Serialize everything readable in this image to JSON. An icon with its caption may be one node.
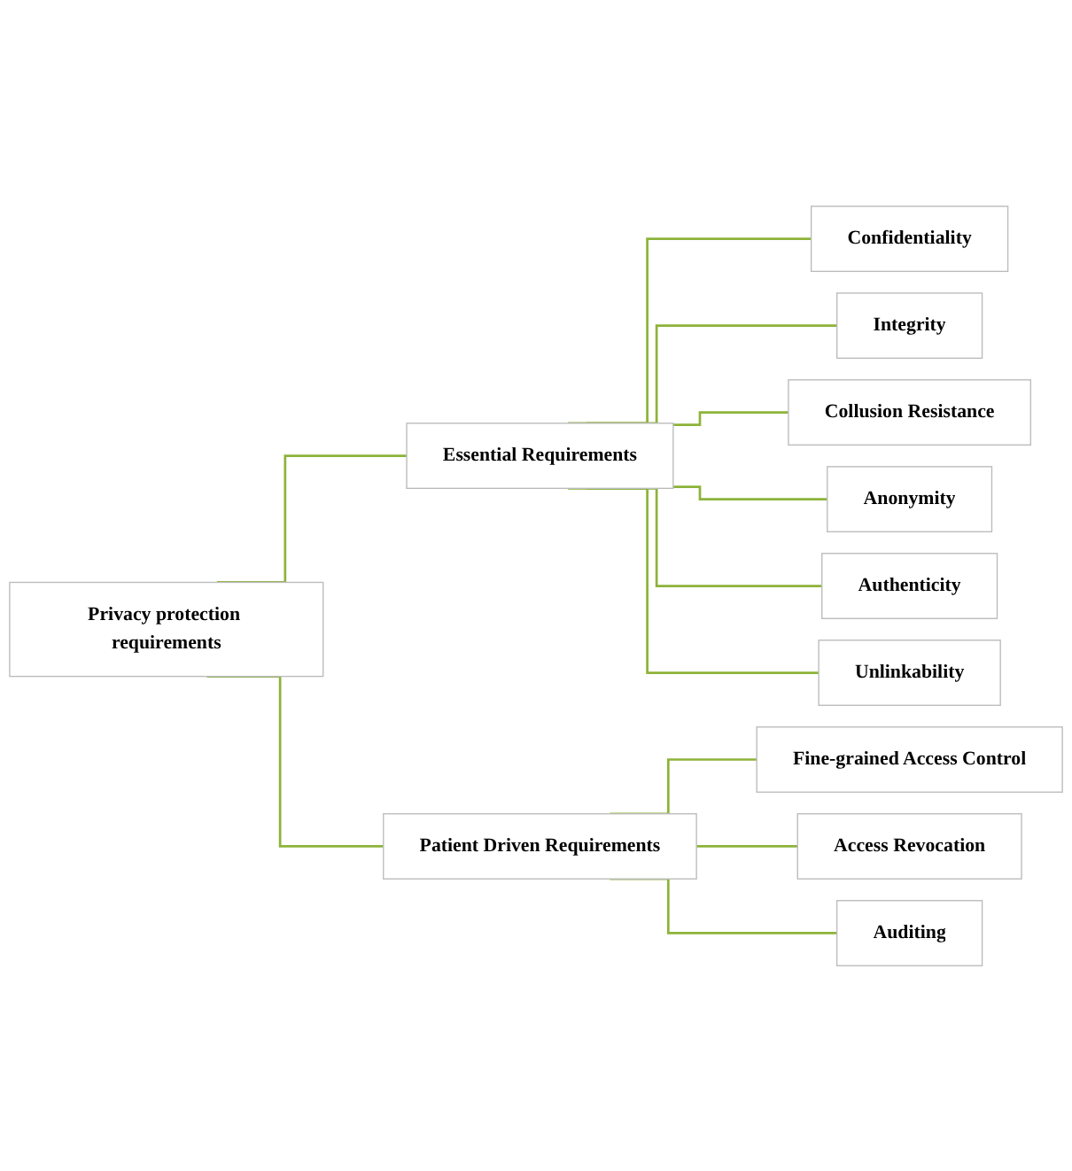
{
  "diagram": {
    "nodes": [
      {
        "text": [
          "Privacy protection requirements"
        ]
      },
      {
        "text": [
          "Essential Requirements"
        ]
      },
      {
        "text": [
          "Patient Driven Requirements"
        ]
      },
      {
        "text": [
          "Confidentiality"
        ]
      },
      {
        "text": [
          "Integrity"
        ]
      },
      {
        "text": [
          "Collusion Resistance"
        ]
      },
      {
        "text": [
          "Anonymity"
        ]
      },
      {
        "text": [
          "Authenticity"
        ]
      },
      {
        "text": [
          "Unlinkability"
        ]
      },
      {
        "text": [
          "Fine-grained Access Control"
        ]
      },
      {
        "text": [
          "Access Revocation"
        ]
      },
      {
        "text": [
          "Auditing"
        ]
      }
    ],
    "edges": [
      {
        "from": 0,
        "to": 1,
        "arrow": "none"
      },
      {
        "from": 0,
        "to": 2,
        "arrow": "none"
      },
      {
        "from": 1,
        "to": 3,
        "arrow": "none"
      },
      {
        "from": 1,
        "to": 4,
        "arrow": "none"
      },
      {
        "from": 1,
        "to": 5,
        "arrow": "none"
      },
      {
        "from": 1,
        "to": 6,
        "arrow": "none"
      },
      {
        "from": 1,
        "to": 7,
        "arrow": "none"
      },
      {
        "from": 1,
        "to": 8,
        "arrow": "none"
      },
      {
        "from": 2,
        "to": 9,
        "arrow": "none"
      },
      {
        "from": 2,
        "to": 10,
        "arrow": "none"
      },
      {
        "from": 2,
        "to": 11,
        "arrow": "none"
      }
    ]
  }
}
